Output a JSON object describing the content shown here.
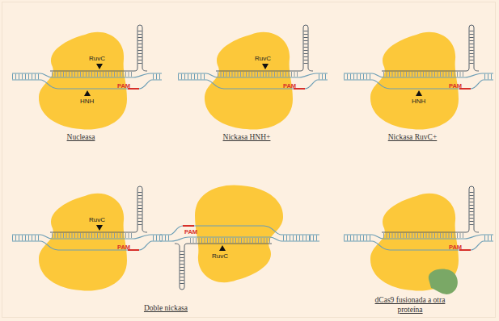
{
  "diagram": {
    "nodes": [
      {
        "text": [
          "RuvC",
          "HNH",
          "PAM"
        ]
      },
      {
        "text": [
          "RuvC",
          "PAM"
        ]
      },
      {
        "text": [
          "HNH",
          "PAM"
        ]
      },
      {
        "text": [
          "RuvC",
          "PAM"
        ]
      },
      {
        "text": [
          "RuvC",
          "PAM"
        ]
      },
      {
        "text": [
          "PAM"
        ]
      }
    ],
    "labels": [
      "Nucleasa",
      "Nickasa HNH+",
      "Nickasa RuvC+",
      "Doble nickasa",
      "dCas9 fusionada a otra proteína"
    ]
  }
}
